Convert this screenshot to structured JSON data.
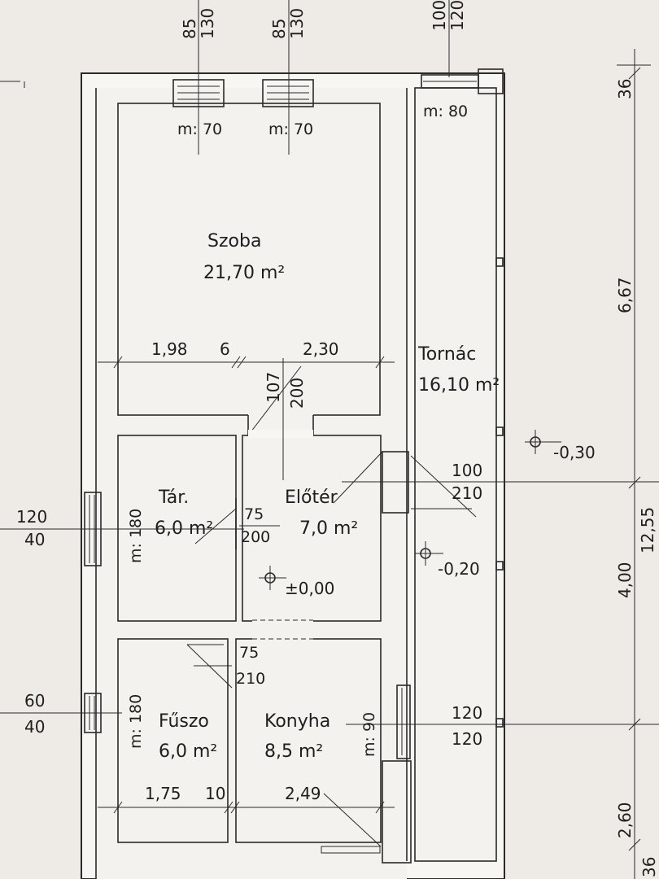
{
  "rooms": {
    "szoba": {
      "name": "Szoba",
      "area": "21,70 m²"
    },
    "tornac": {
      "name": "Tornác",
      "area": "16,10 m²"
    },
    "tar": {
      "name": "Tár.",
      "area": "6,0 m²"
    },
    "eloter": {
      "name": "Előtér",
      "area": "7,0 m²"
    },
    "fuszo": {
      "name": "Fűszo",
      "area": "6,0 m²"
    },
    "konyha": {
      "name": "Konyha",
      "area": "8,5 m²"
    }
  },
  "windows_top": [
    {
      "w": "85",
      "h": "130",
      "sill": "m: 70"
    },
    {
      "w": "85",
      "h": "130",
      "sill": "m: 70"
    },
    {
      "w": "100",
      "h": "120",
      "sill": "m: 80"
    }
  ],
  "windows_left": [
    {
      "w": "120",
      "h": "40",
      "sill": "m: 180"
    },
    {
      "w": "60",
      "h": "40",
      "sill": "m: 180"
    }
  ],
  "windows_inner": {
    "konyha_sill": "m: 90"
  },
  "doors": {
    "szoba": {
      "w": "107",
      "h": "200"
    },
    "tar": {
      "w": "75",
      "h": "200"
    },
    "entrance": {
      "w": "100",
      "h": "210"
    },
    "fuszo": {
      "w": "75",
      "h": "210"
    },
    "side": {
      "w": "120",
      "h": "120"
    }
  },
  "dims": {
    "szoba_w1": "1,98",
    "szoba_gap": "6",
    "szoba_w2": "2,30",
    "fuszo_w": "1,75",
    "wall_10": "10",
    "konyha_w": "2,49",
    "right_667": "6,67",
    "right_400": "4,00",
    "right_260": "2,60",
    "right_1255": "12,55",
    "right_36_top": "36",
    "right_36_bottom": "36"
  },
  "levels": {
    "tornac": "-0,30",
    "eloter": "±0,00",
    "porch": "-0,20"
  }
}
